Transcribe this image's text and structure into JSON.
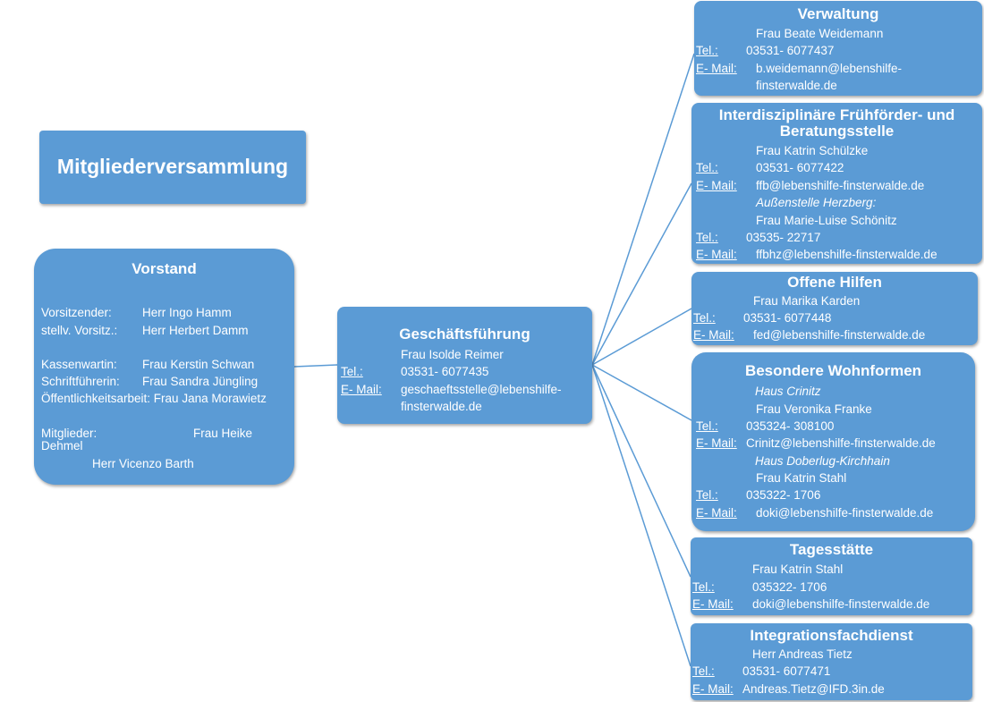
{
  "mitglieder": {
    "title": "Mitgliederversammlung"
  },
  "vorstand": {
    "title": "Vorstand",
    "vorsitzender_label": "Vorsitzender:",
    "vorsitzender_name": "Herr Ingo Hamm",
    "stellv_label": "stellv. Vorsitz.:",
    "stellv_name": "Herr Herbert Damm",
    "kassen_label": "Kassenwartin:",
    "kassen_name": "Frau Kerstin Schwan",
    "schrift_label": "Schriftführerin:",
    "schrift_name": "Frau Sandra Jüngling",
    "oeffentlich": "Öffentlichkeitsarbeit: Frau Jana Morawietz",
    "mitglieder_label": "Mitglieder:",
    "mitglied1_a": "Frau Heike",
    "mitglied1_b": "Dehmel",
    "mitglied2": "Herr Vicenzo Barth"
  },
  "gf": {
    "title": "Geschäftsführung",
    "person": "Frau Isolde Reimer",
    "tel_label": "Tel.:",
    "tel": "03531- 6077435",
    "mail_label": "E- Mail:",
    "mail_a": "geschaeftsstelle@lebenshilfe-",
    "mail_b": "finsterwalde.de"
  },
  "verwaltung": {
    "title": "Verwaltung",
    "person": "Frau Beate Weidemann",
    "tel_label": "Tel.:",
    "tel": "03531- 6077437",
    "mail_label": "E- Mail:",
    "mail_a": "b.weidemann@lebenshilfe-",
    "mail_b": "finsterwalde.de"
  },
  "ffb": {
    "title_a": "Interdisziplinäre Frühförder- und",
    "title_b": "Beratungsstelle",
    "person": "Frau Katrin Schülzke",
    "tel_label": "Tel.:",
    "tel": "03531- 6077422",
    "mail_label": "E- Mail:",
    "mail": "ffb@lebenshilfe-finsterwalde.de",
    "aussen": "Außenstelle Herzberg:",
    "person2": "Frau Marie-Luise Schönitz",
    "tel2_label": "Tel.:",
    "tel2": "03535- 22717",
    "mail2_label": "E- Mail:",
    "mail2": "ffbhz@lebenshilfe-finsterwalde.de"
  },
  "offene": {
    "title": "Offene Hilfen",
    "person": "Frau Marika Karden",
    "tel_label": "Tel.:",
    "tel": "03531- 6077448",
    "mail_label": "E- Mail:",
    "mail": "fed@lebenshilfe-finsterwalde.de"
  },
  "wohn": {
    "title": "Besondere Wohnformen",
    "haus1": "Haus Crinitz",
    "person1": "Frau Veronika Franke",
    "tel1_label": "Tel.:",
    "tel1": "035324- 308100",
    "mail1_label": "E- Mail:",
    "mail1": "Crinitz@lebenshilfe-finsterwalde.de",
    "haus2": "Haus Doberlug-Kirchhain",
    "person2": "Frau Katrin Stahl",
    "tel2_label": "Tel.:",
    "tel2": "035322- 1706",
    "mail2_label": "E- Mail:",
    "mail2": "doki@lebenshilfe-finsterwalde.de"
  },
  "tages": {
    "title": "Tagesstätte",
    "person": "Frau Katrin Stahl",
    "tel_label": "Tel.:",
    "tel": "035322- 1706",
    "mail_label": "E- Mail:",
    "mail": "doki@lebenshilfe-finsterwalde.de"
  },
  "ifd": {
    "title": "Integrationsfachdienst",
    "person": "Herr Andreas Tietz",
    "tel_label": "Tel.:",
    "tel": "03531- 6077471",
    "mail_label": "E- Mail:",
    "mail": "Andreas.Tietz@IFD.3in.de"
  },
  "colors": {
    "box": "#5b9bd5",
    "line": "#5b9bd5",
    "text": "#ffffff"
  }
}
